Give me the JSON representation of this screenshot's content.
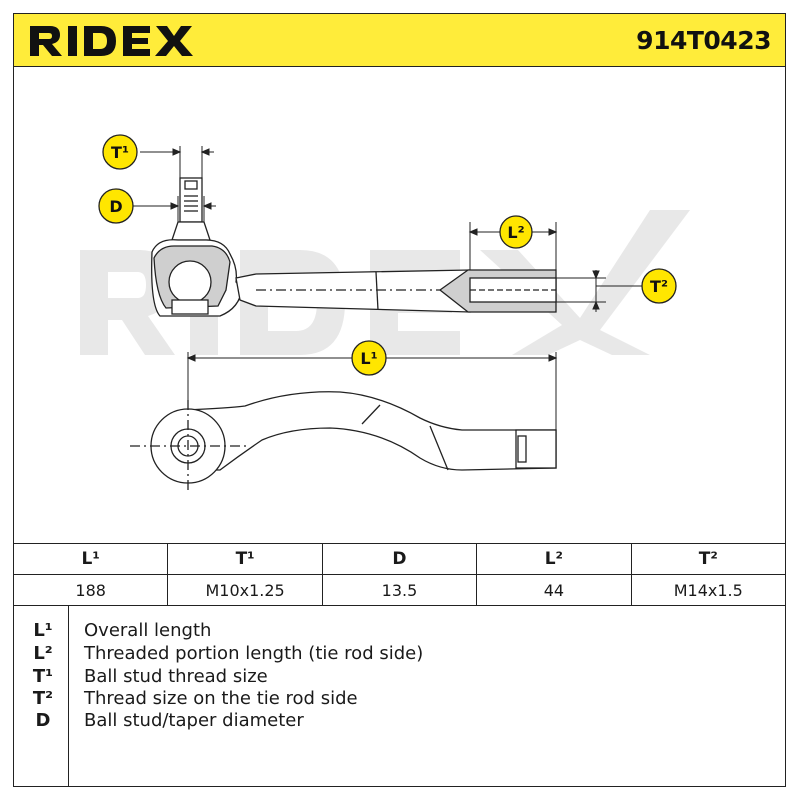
{
  "brand": "RIDEX",
  "part_number": "914T0423",
  "callouts": {
    "t1": "T¹",
    "d": "D",
    "l2": "L²",
    "t2": "T²",
    "l1": "L¹"
  },
  "specs": {
    "headers": [
      "L¹",
      "T¹",
      "D",
      "L²",
      "T²"
    ],
    "values": [
      "188",
      "M10x1.25",
      "13.5",
      "44",
      "M14x1.5"
    ]
  },
  "legend": [
    {
      "key": "L¹",
      "text": "Overall length"
    },
    {
      "key": "L²",
      "text": "Threaded portion length (tie rod side)"
    },
    {
      "key": "T¹",
      "text": "Ball stud thread size"
    },
    {
      "key": "T²",
      "text": "Thread size on the tie rod side"
    },
    {
      "key": "D",
      "text": "Ball stud/taper diameter"
    }
  ],
  "colors": {
    "header_bg": "#ffec3a",
    "callout_bg": "#ffe600",
    "line": "#222222",
    "watermark": "#e6e6e6"
  }
}
